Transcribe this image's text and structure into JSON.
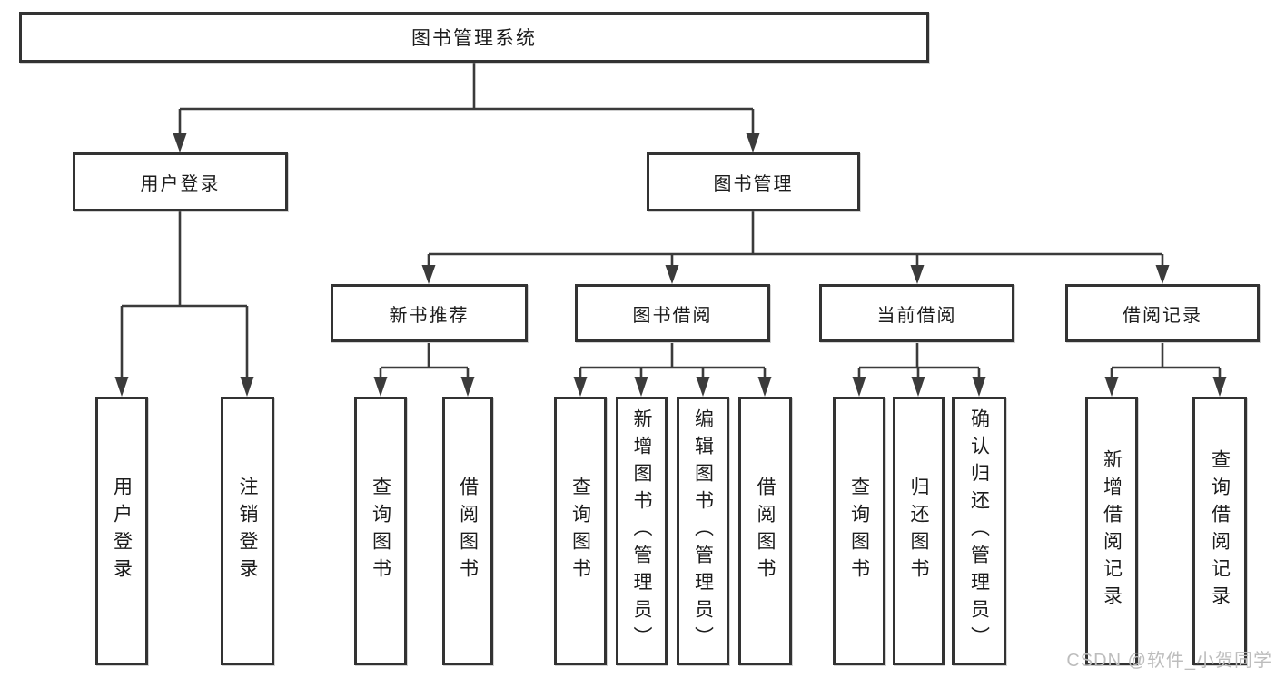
{
  "diagram": {
    "root": {
      "label": "图书管理系统"
    },
    "login": {
      "label": "用户登录",
      "children": [
        {
          "label": "用户登录"
        },
        {
          "label": "注销登录"
        }
      ]
    },
    "manage": {
      "label": "图书管理",
      "children": [
        {
          "label": "新书推荐",
          "children": [
            {
              "label": "查询图书"
            },
            {
              "label": "借阅图书"
            }
          ]
        },
        {
          "label": "图书借阅",
          "children": [
            {
              "label": "查询图书"
            },
            {
              "label": "新增图书（管理员）"
            },
            {
              "label": "编辑图书（管理员）"
            },
            {
              "label": "借阅图书"
            }
          ]
        },
        {
          "label": "当前借阅",
          "children": [
            {
              "label": "查询图书"
            },
            {
              "label": "归还图书"
            },
            {
              "label": "确认归还（管理员）"
            }
          ]
        },
        {
          "label": "借阅记录",
          "children": [
            {
              "label": "新增借阅记录"
            },
            {
              "label": "查询借阅记录"
            }
          ]
        }
      ]
    }
  },
  "colors": {
    "line": "#3b3b3b",
    "watermark": "#bdbdbd"
  },
  "watermark": {
    "text": "CSDN @软件_小贺同学"
  }
}
